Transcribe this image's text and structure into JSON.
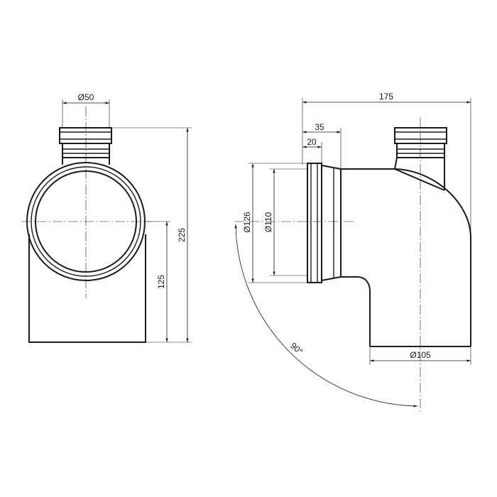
{
  "dimensions": {
    "d50": "Ø50",
    "h225": "225",
    "h125": "125",
    "w175": "175",
    "w35": "35",
    "w20": "20",
    "d126": "Ø126",
    "d110": "Ø110",
    "d105": "Ø105",
    "angle90": "90°"
  }
}
